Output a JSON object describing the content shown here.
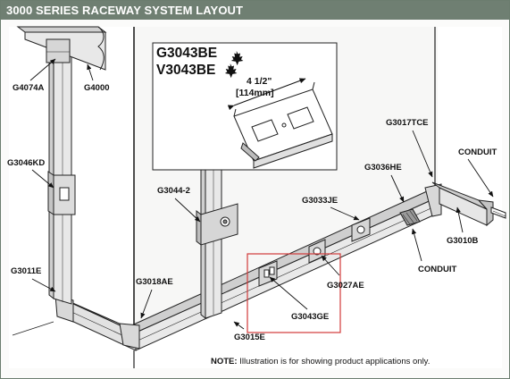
{
  "header": {
    "title": "3000 SERIES RACEWAY SYSTEM LAYOUT"
  },
  "inset": {
    "line1": "G3043BE",
    "line2": "V3043BE",
    "dim1": "4 1/2\"",
    "dim2": "[114mm]",
    "leaf_icon": "maple-leaf-icon"
  },
  "labels": {
    "g4074a": "G4074A",
    "g4000": "G4000",
    "g3046kd": "G3046KD",
    "g3011e": "G3011E",
    "g3044_2": "G3044-2",
    "g3018ae": "G3018AE",
    "g3015e": "G3015E",
    "g3043ge": "G3043GE",
    "g3027ae": "G3027AE",
    "g3033je": "G3033JE",
    "g3036he": "G3036HE",
    "g3017tce": "G3017TCE",
    "conduit_top": "CONDUIT",
    "g3010b": "G3010B",
    "conduit_bottom": "CONDUIT"
  },
  "note": {
    "label": "NOTE:",
    "text": " Illustration is for showing product applications only."
  },
  "colors": {
    "header_bg": "#6f7f72",
    "highlight": "#d23a3a",
    "shade": "#c8c8c8",
    "frame": "#6b7d6f"
  }
}
